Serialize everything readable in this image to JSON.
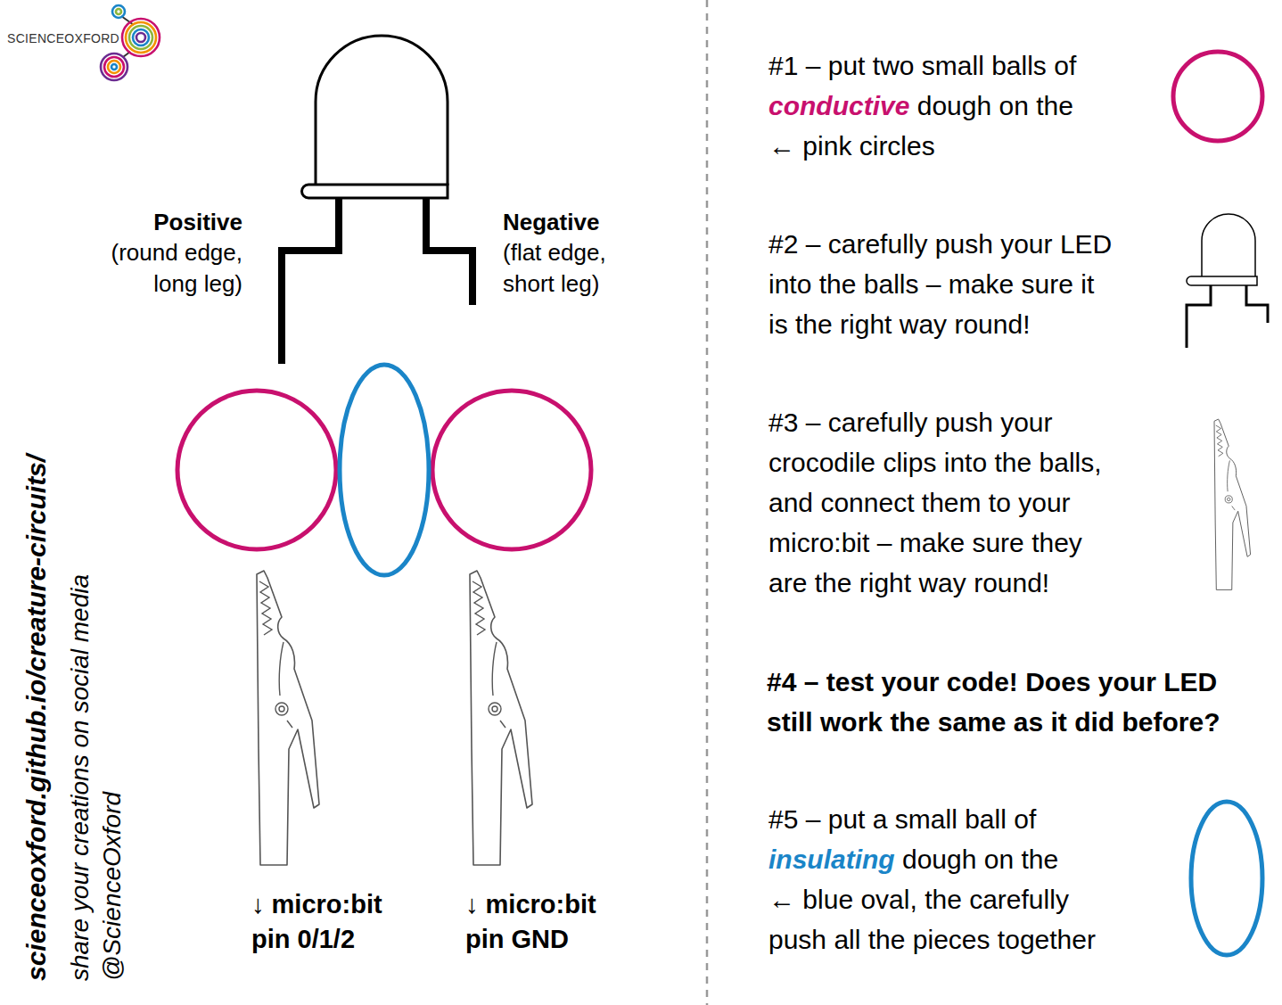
{
  "diagram": {
    "labels": [
      "SCIENCEOXFORD",
      "Positive",
      "(round edge, long leg)",
      "Negative",
      "(flat edge, short leg)",
      "↓ micro:bit pin 0/1/2",
      "↓ micro:bit pin GND",
      "scienceoxford.github.io/creature-circuits/",
      "share your creations on social media",
      "@ScienceOxford",
      "#1 – put two small balls of conductive dough on the ← pink circles",
      "#2 – carefully push your LED into the balls – make sure it is the right way round!",
      "#3 – carefully push your crocodile clips into the balls, and connect them to your micro:bit – make sure they are the right way round!",
      "#4 – test your code! Does your LED still work the same as it did before?",
      "#5 – put a small ball of insulating dough on the ← blue oval, the carefully push all the pieces together"
    ]
  }
}
